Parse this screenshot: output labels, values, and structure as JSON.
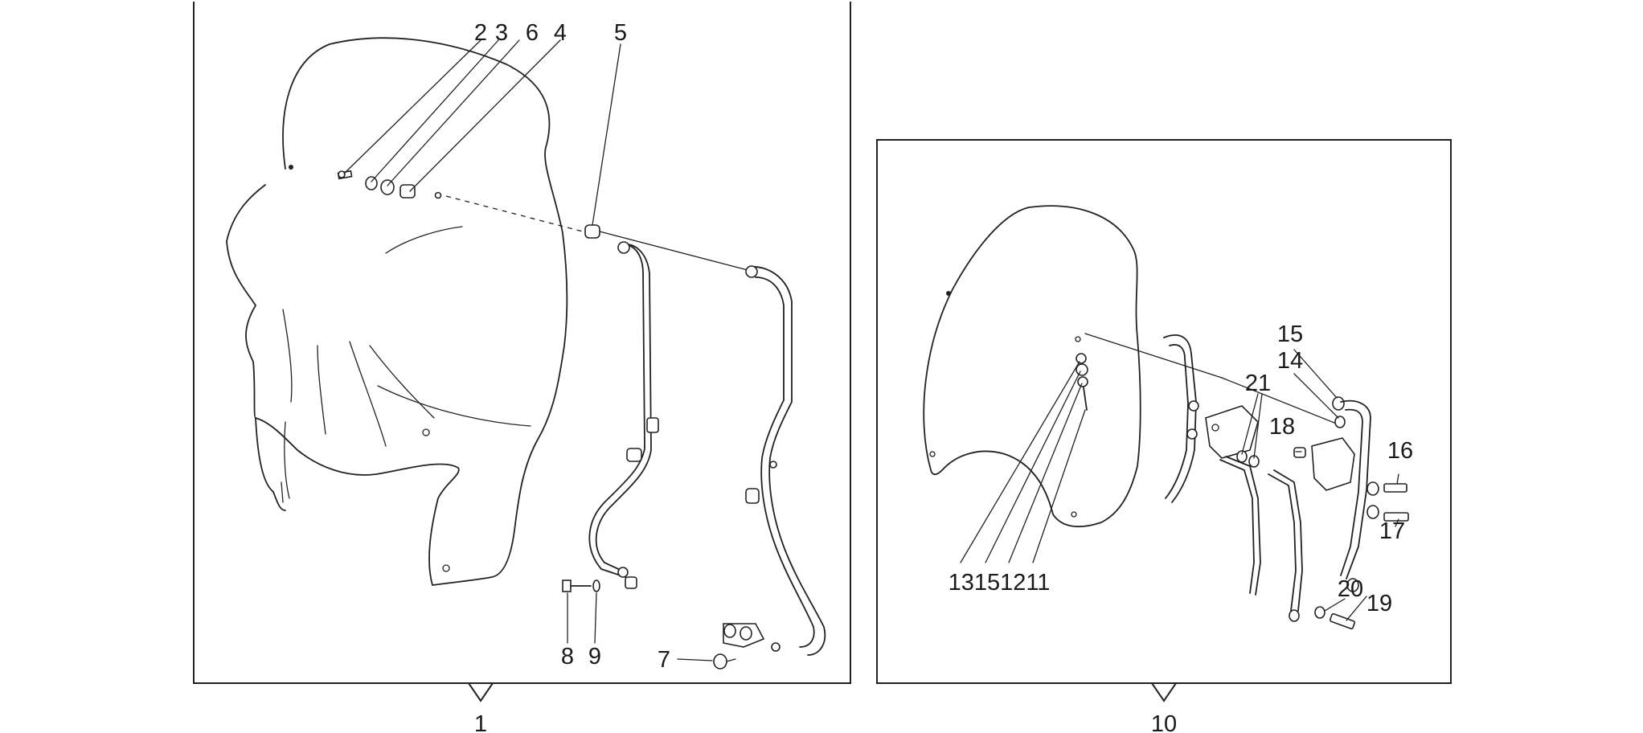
{
  "assemblies": [
    {
      "id": "assembly-1",
      "label": "1"
    },
    {
      "id": "assembly-10",
      "label": "10"
    }
  ],
  "callouts": {
    "a1": [
      "2",
      "3",
      "6",
      "4",
      "5",
      "8",
      "9",
      "7"
    ],
    "a10": [
      "15",
      "14",
      "21",
      "18",
      "16",
      "17",
      "20",
      "19",
      "13151211"
    ]
  }
}
